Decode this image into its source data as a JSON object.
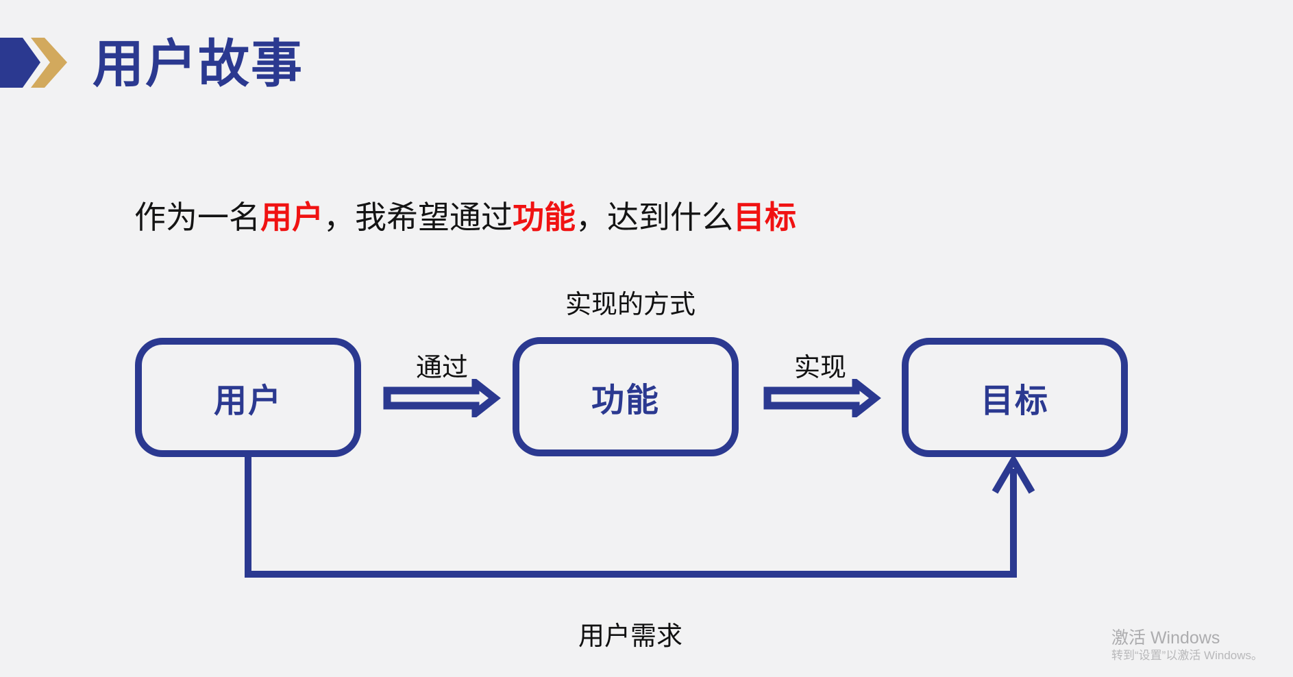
{
  "slide": {
    "title": "用户故事",
    "story": {
      "segments": [
        {
          "text": "作为一名",
          "emphasis": false
        },
        {
          "text": "用户",
          "emphasis": true
        },
        {
          "text": "，我希望通过",
          "emphasis": false
        },
        {
          "text": "功能",
          "emphasis": true
        },
        {
          "text": "，达到什么",
          "emphasis": false
        },
        {
          "text": "目标",
          "emphasis": true
        }
      ]
    },
    "diagram": {
      "top_label": "实现的方式",
      "nodes": [
        {
          "label": "用户"
        },
        {
          "label": "功能"
        },
        {
          "label": "目标"
        }
      ],
      "arrow_labels": [
        {
          "label": "通过"
        },
        {
          "label": "实现"
        }
      ],
      "bottom_label": "用户需求"
    },
    "colors": {
      "accent_blue": "#2B3990",
      "accent_gold": "#D2A95D",
      "emphasis_red": "#F01212",
      "background": "#F2F2F3"
    },
    "watermark": {
      "line1": "激活 Windows",
      "line2": "转到“设置”以激活 Windows。"
    }
  }
}
